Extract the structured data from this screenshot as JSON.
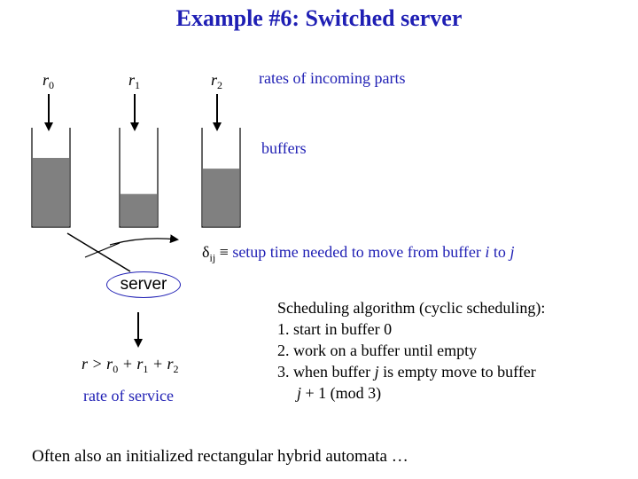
{
  "title": "Example #6: Switched server",
  "rates": [
    {
      "symbol": "r",
      "sub": "0"
    },
    {
      "symbol": "r",
      "sub": "1"
    },
    {
      "symbol": "r",
      "sub": "2"
    }
  ],
  "rates_label": "rates of incoming parts",
  "buffers_label": "buffers",
  "buffer_levels": [
    0.7,
    0.33,
    0.59
  ],
  "setup": {
    "delta": "δ",
    "sub": "ij",
    "equiv": "≡",
    "text_before_i": "setup time needed to move from buffer ",
    "i": "i",
    "to": " to ",
    "j": "j"
  },
  "server_label": "server",
  "inequality": {
    "lhs": "r",
    "gt": " > ",
    "terms": [
      {
        "symbol": "r",
        "sub": "0"
      },
      {
        "symbol": "r",
        "sub": "1"
      },
      {
        "symbol": "r",
        "sub": "2"
      }
    ],
    "plus": " + "
  },
  "rate_of_service": "rate of service",
  "algorithm": {
    "title": "Scheduling algorithm (cyclic scheduling):",
    "steps": [
      {
        "num": "1.",
        "text": "start in buffer 0"
      },
      {
        "num": "2.",
        "text": "work on a buffer until empty"
      },
      {
        "num": "3.",
        "text_a": "when buffer ",
        "j": "j",
        "text_b": " is empty move to buffer",
        "line2_j": "j",
        "line2": " + 1 (mod 3)"
      }
    ]
  },
  "footer": "Often also an initialized rectangular hybrid automata …",
  "colors": {
    "title": "#1f1fb4",
    "buffer_fill": "#808080",
    "accent": "#1f1fb4"
  }
}
